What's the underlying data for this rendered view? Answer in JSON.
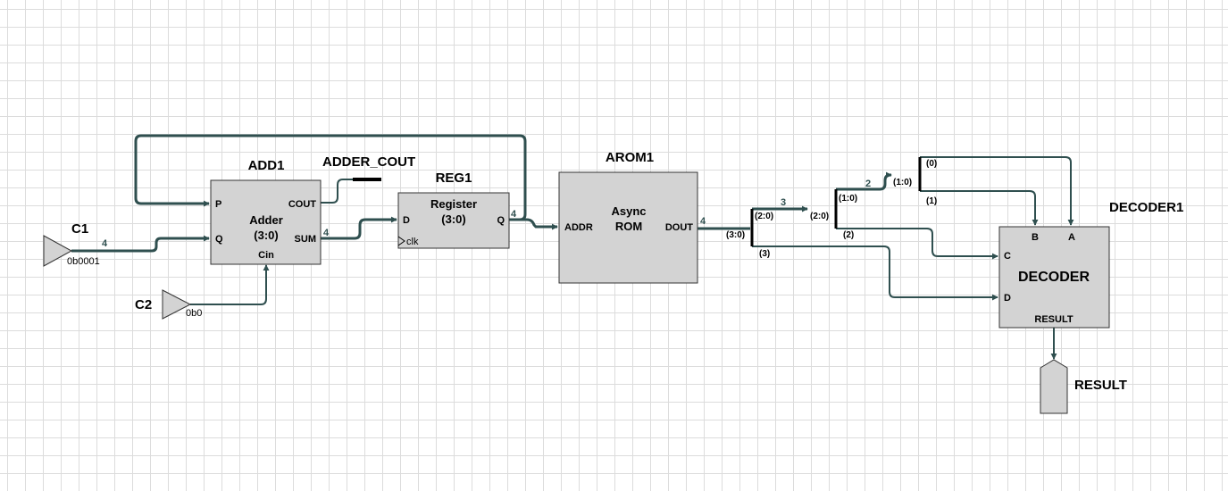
{
  "inputs": {
    "c1": {
      "name": "C1",
      "value": "0b0001",
      "width": "4"
    },
    "c2": {
      "name": "C2",
      "value": "0b0"
    }
  },
  "adder": {
    "instance": "ADD1",
    "title_line1": "Adder",
    "title_line2": "(3:0)",
    "port_p": "P",
    "port_q": "Q",
    "port_cout": "COUT",
    "port_sum": "SUM",
    "port_cin": "Cin",
    "sum_width": "4"
  },
  "adder_cout": {
    "name": "ADDER_COUT"
  },
  "register": {
    "instance": "REG1",
    "title_line1": "Register",
    "title_line2": "(3:0)",
    "port_d": "D",
    "port_q": "Q",
    "port_clk": "clk",
    "q_width": "4"
  },
  "rom": {
    "instance": "AROM1",
    "title_line1": "Async",
    "title_line2": "ROM",
    "port_addr": "ADDR",
    "port_dout": "DOUT",
    "dout_width": "4"
  },
  "splitters": {
    "s1": {
      "in": "(3:0)",
      "out_hi": "(2:0)",
      "out_lo": "(3)",
      "hi_width": "3"
    },
    "s2": {
      "in": "(2:0)",
      "out_hi": "(1:0)",
      "out_lo": "(2)",
      "hi_width": "2"
    },
    "s3": {
      "in": "(1:0)",
      "out_hi": "(0)",
      "out_lo": "(1)"
    }
  },
  "decoder": {
    "instance": "DECODER1",
    "title": "DECODER",
    "port_a": "A",
    "port_b": "B",
    "port_c": "C",
    "port_d": "D",
    "port_result": "RESULT"
  },
  "output": {
    "name": "RESULT"
  }
}
